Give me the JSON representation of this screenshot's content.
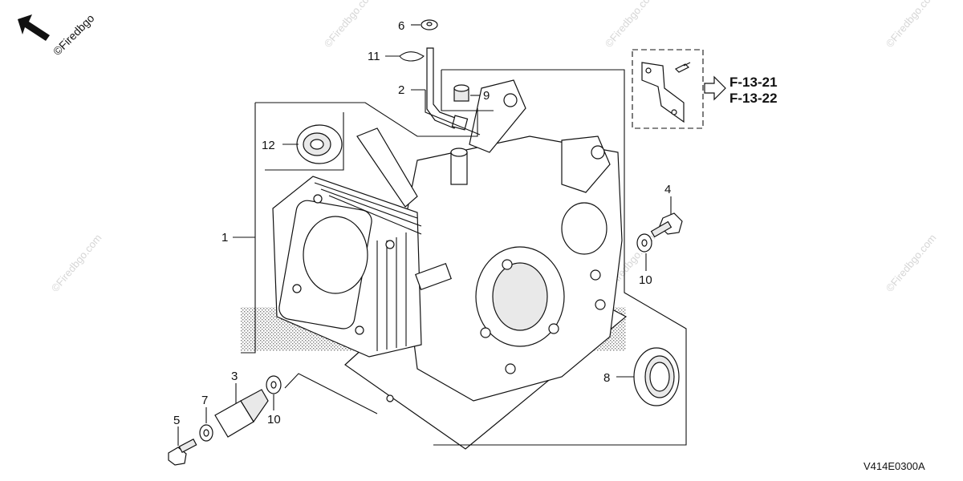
{
  "watermark": {
    "text": "©Firedbgo.com"
  },
  "orientation_marker": {
    "text": "©Firedbgo",
    "icon": "front-direction-arrow-icon"
  },
  "callouts": {
    "c1": "1",
    "c2": "2",
    "c3": "3",
    "c4": "4",
    "c5": "5",
    "c6": "6",
    "c7": "7",
    "c8": "8",
    "c9": "9",
    "c10a": "10",
    "c10b": "10",
    "c11": "11",
    "c12": "12"
  },
  "references": {
    "ref1": "F-13-21",
    "ref2": "F-13-22"
  },
  "diagram_code": "V414E0300A"
}
